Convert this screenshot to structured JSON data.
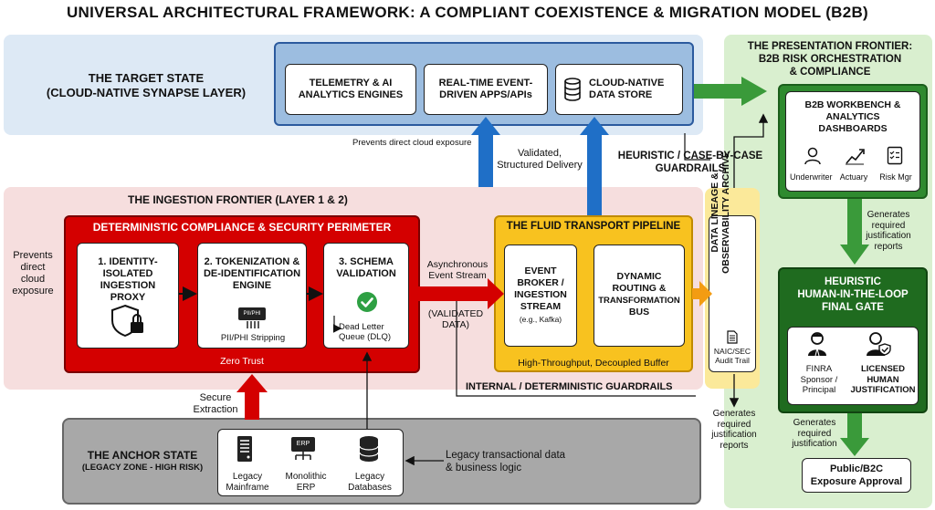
{
  "title": "UNIVERSAL ARCHITECTURAL FRAMEWORK: A COMPLIANT COEXISTENCE & MIGRATION MODEL (B2B)",
  "target": {
    "label_line1": "THE TARGET STATE",
    "label_line2": "(CLOUD-NATIVE SYNAPSE LAYER)",
    "box1": "TELEMETRY & AI ANALYTICS ENGINES",
    "box2": "REAL-TIME EVENT-DRIVEN APPS/APIs",
    "box3": "CLOUD-NATIVE DATA STORE"
  },
  "notes": {
    "prevents_cloud_top": "Prevents direct cloud exposure",
    "validated_line1": "Validated,",
    "validated_line2": "Structured Delivery",
    "heuristic_line1": "HEURISTIC / CASE-BY-CASE",
    "heuristic_line2": "GUARDRAILS",
    "prevents_left_1": "Prevents",
    "prevents_left_2": "direct",
    "prevents_left_3": "cloud",
    "prevents_left_4": "exposure",
    "async_line1": "Asynchronous",
    "async_line2": "Event Stream",
    "validated_data_1": "(VALIDATED",
    "validated_data_2": "DATA)",
    "internal_guardrails": "INTERNAL / DETERMINISTIC GUARDRAILS",
    "secure_line1": "Secure",
    "secure_line2": "Extraction",
    "legacy_note_1": "Legacy transactional data",
    "legacy_note_2": "& business logic",
    "gen_mid_1": "Generates",
    "gen_mid_2": "required",
    "gen_mid_3": "justification",
    "gen_mid_4": "reports",
    "gen_right_1": "Generates",
    "gen_right_2": "required",
    "gen_right_3": "justification",
    "gen_right_4": "reports",
    "gen_bottom_1": "Generates",
    "gen_bottom_2": "required",
    "gen_bottom_3": "justification"
  },
  "ingestion": {
    "title": "THE INGESTION FRONTIER (LAYER 1 & 2)",
    "perimeter_title": "DETERMINISTIC COMPLIANCE & SECURITY PERIMETER",
    "step1": "1. IDENTITY-ISOLATED INGESTION PROXY",
    "step2_line1": "2. TOKENIZATION &",
    "step2_line2": "DE-IDENTIFICATION",
    "step2_line3": "ENGINE",
    "step2_icon_text": "PII/PHI",
    "step2_caption": "PII/PHI Stripping",
    "step3_line1": "3. SCHEMA",
    "step3_line2": "VALIDATION",
    "dlq_line1": "Dead Letter",
    "dlq_line2": "Queue (DLQ)",
    "zero_trust": "Zero Trust"
  },
  "fluid": {
    "title": "THE FLUID TRANSPORT PIPELINE",
    "broker_line1": "EVENT",
    "broker_line2": "BROKER /",
    "broker_line3": "INGESTION",
    "broker_line4": "STREAM",
    "broker_sub": "(e.g., Kafka)",
    "routing_line1": "DYNAMIC",
    "routing_line2": "ROUTING &",
    "routing_line3": "TRANSFORMATION",
    "routing_line4": "BUS",
    "caption": "High-Throughput, Decoupled Buffer"
  },
  "lineage": {
    "title": "DATA LINEAGE & OBSERVABILITY ARCHIVE",
    "audit_line1": "NAIC/SEC",
    "audit_line2": "Audit Trail"
  },
  "presentation": {
    "title_line1": "THE PRESENTATION FRONTIER:",
    "title_line2": "B2B RISK ORCHESTRATION",
    "title_line3": "& COMPLIANCE",
    "workbench_line1": "B2B WORKBENCH &",
    "workbench_line2": "ANALYTICS",
    "workbench_line3": "DASHBOARDS",
    "role1": "Underwriter",
    "role2": "Actuary",
    "role3": "Risk Mgr",
    "gate_line1": "HEURISTIC",
    "gate_line2": "HUMAN-IN-THE-LOOP",
    "gate_line3": "FINAL GATE",
    "finra_line1": "FINRA",
    "finra_line2": "Sponsor /",
    "finra_line3": "Principal",
    "licensed_line1": "LICENSED",
    "licensed_line2": "HUMAN",
    "licensed_line3": "JUSTIFICATION",
    "public_line1": "Public/B2C",
    "public_line2": "Exposure Approval"
  },
  "anchor": {
    "label_line1": "THE ANCHOR STATE",
    "label_line2": "(LEGACY ZONE - HIGH RISK)",
    "item1_line1": "Legacy",
    "item1_line2": "Mainframe",
    "item2_icon": "ERP",
    "item2_line1": "Monolithic",
    "item2_line2": "ERP",
    "item3_line1": "Legacy",
    "item3_line2": "Databases"
  },
  "colors": {
    "target_zone": "#dde9f5",
    "target_inner": "#9cbde0",
    "ingest_zone": "#f6dede",
    "perimeter_red": "#d40000",
    "fluid_yellow": "#f8c21f",
    "presentation_zone": "#d9efcf",
    "green_dark": "#1f6b1f",
    "anchor_gray": "#a8a8a8",
    "arrow_blue": "#1f6fc7",
    "arrow_green": "#3a9a3a",
    "arrow_orange": "#f39c12"
  }
}
